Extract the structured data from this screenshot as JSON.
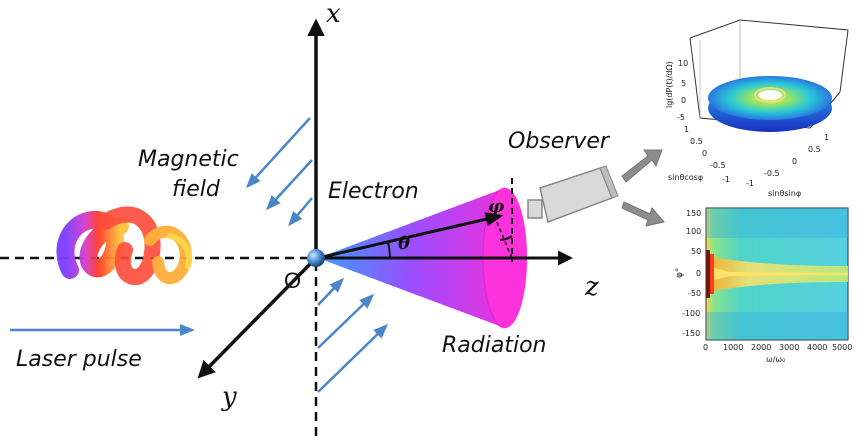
{
  "labels": {
    "x_axis": "x",
    "y_axis": "y",
    "z_axis": "z",
    "origin": "O",
    "magnetic_field_line1": "Magnetic",
    "magnetic_field_line2": "field",
    "electron": "Electron",
    "theta": "θ",
    "phi": "φ",
    "observer": "Observer",
    "radiation": "Radiation",
    "laser_pulse": "Laser pulse"
  },
  "plot3d": {
    "zlabel": "lg(dP(t)/dΩ)",
    "xlabel": "sinθcosφ",
    "ylabel": "sinθsinφ",
    "z_ticks": [
      "10",
      "5",
      "0",
      "-5"
    ],
    "x_ticks": [
      "1",
      "0.5",
      "0",
      "-0.5",
      "-1"
    ],
    "y_ticks": [
      "-1",
      "-0.5",
      "0",
      "0.5",
      "1"
    ]
  },
  "plot2d": {
    "ylabel": "φ°",
    "xlabel": "ω/ω₀",
    "y_ticks": [
      "150",
      "100",
      "50",
      "0",
      "-50",
      "-100",
      "-150"
    ],
    "x_ticks": [
      "0",
      "1000",
      "2000",
      "3000",
      "4000",
      "5000"
    ]
  },
  "colors": {
    "arrow_blue": "#4a86c8",
    "cone_pink": "#ff2bd6",
    "cone_blue": "#2f7dff",
    "axis_black": "#111111"
  }
}
